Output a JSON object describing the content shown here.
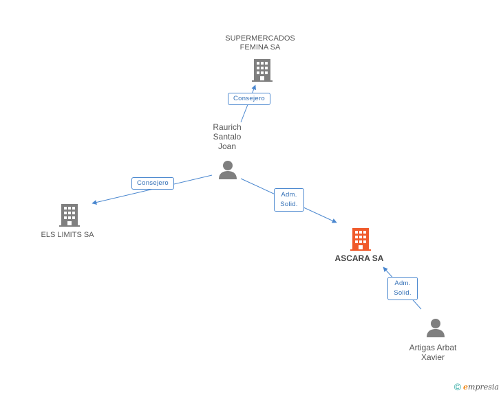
{
  "colors": {
    "edge": "#4a87cf",
    "company": "#7f7f7f",
    "company_main": "#f05a2b",
    "person": "#7f7f7f"
  },
  "nodes": {
    "supermercados": {
      "line1": "SUPERMERCADOS",
      "line2": "FEMINA SA",
      "icon": "building-icon"
    },
    "els_limits": {
      "label": "ELS LIMITS SA",
      "icon": "building-icon"
    },
    "ascara": {
      "label": "ASCARA SA",
      "icon": "building-icon"
    },
    "raurich": {
      "line1": "Raurich",
      "line2": "Santalo",
      "line3": "Joan",
      "icon": "person-icon"
    },
    "artigas": {
      "line1": "Artigas Arbat",
      "line2": "Xavier",
      "icon": "person-icon"
    }
  },
  "edges": {
    "raurich_supermercados": {
      "label": "Consejero"
    },
    "raurich_els_limits": {
      "label": "Consejero"
    },
    "raurich_ascara": {
      "line1": "Adm.",
      "line2": "Solid."
    },
    "artigas_ascara": {
      "line1": "Adm.",
      "line2": "Solid."
    }
  },
  "footer": {
    "copyright": "©",
    "brand_e": "e",
    "brand_rest": "mpresia"
  }
}
